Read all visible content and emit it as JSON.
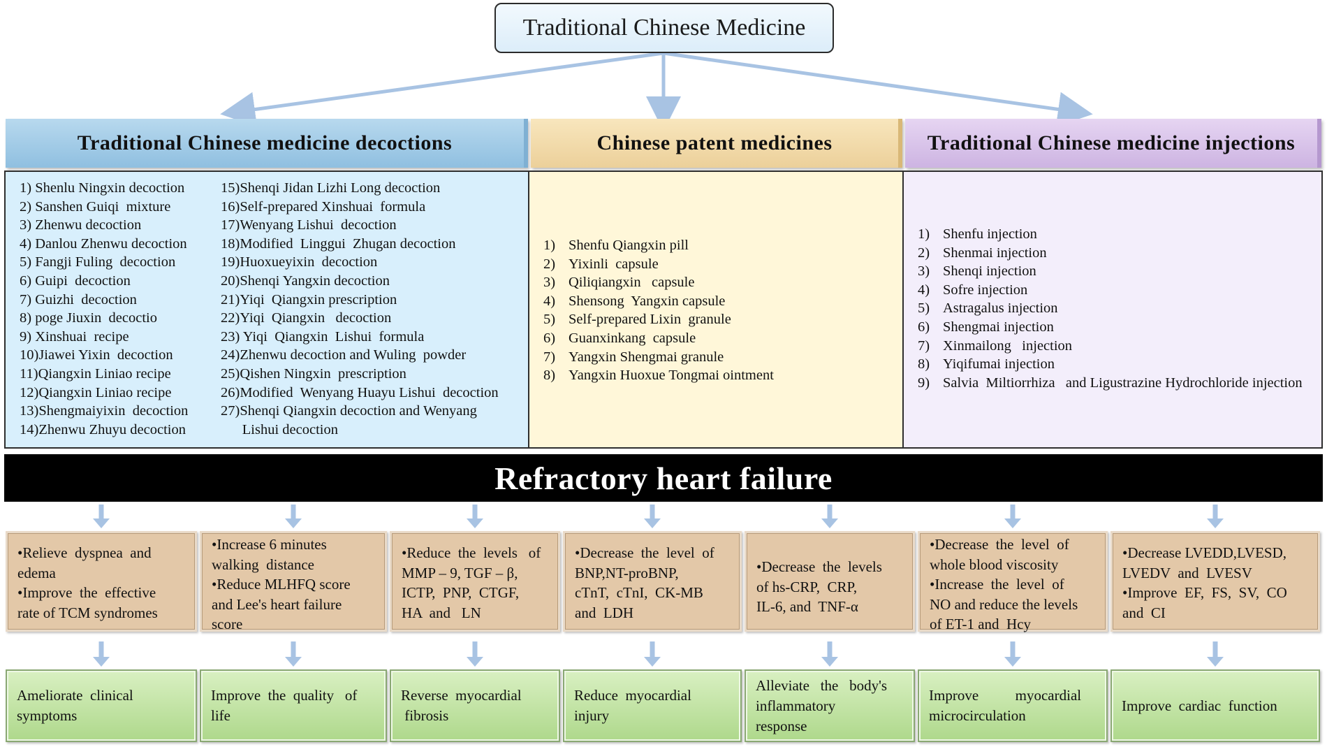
{
  "title": "Traditional Chinese Medicine",
  "categories": [
    {
      "heading": "Traditional  Chinese  medicine  decoctions",
      "column_a": [
        "1) Shenlu Ningxin decoction",
        "2) Sanshen Guiqi  mixture",
        "3) Zhenwu decoction",
        "4) Danlou Zhenwu decoction",
        "5) Fangji Fuling  decoction",
        "6) Guipi  decoction",
        "7) Guizhi  decoction",
        "8) poge Jiuxin  decoctio",
        "9) Xinshuai  recipe",
        "10)Jiawei Yixin  decoction",
        "11)Qiangxin Liniao recipe",
        "12)Qiangxin Liniao recipe",
        "13)Shengmaiyixin  decoction",
        "14)Zhenwu Zhuyu decoction"
      ],
      "column_b": [
        "15)Shenqi Jidan Lizhi Long decoction",
        "16)Self-prepared Xinshuai  formula",
        "17)Wenyang Lishui  decoction",
        "18)Modified  Linggui  Zhugan decoction",
        "19)Huoxueyixin  decoction",
        "20)Shenqi Yangxin decoction",
        "21)Yiqi  Qiangxin prescription",
        "22)Yiqi  Qiangxin   decoction",
        "23) Yiqi  Qiangxin  Lishui  formula",
        "24)Zhenwu decoction and Wuling  powder",
        "25)Qishen Ningxin  prescription",
        "26)Modified  Wenyang Huayu Lishui  decoction",
        "27)Shenqi Qiangxin decoction and Wenyang",
        "      Lishui decoction"
      ]
    },
    {
      "heading": "Chinese  patent  medicines",
      "items": [
        {
          "n": "1)",
          "t": "Shenfu Qiangxin pill"
        },
        {
          "n": "2)",
          "t": "Yixinli  capsule"
        },
        {
          "n": "3)",
          "t": "Qiliqiangxin   capsule"
        },
        {
          "n": "4)",
          "t": "Shensong  Yangxin capsule"
        },
        {
          "n": "5)",
          "t": "Self-prepared Lixin  granule"
        },
        {
          "n": "6)",
          "t": "Guanxinkang  capsule"
        },
        {
          "n": "7)",
          "t": "Yangxin Shengmai granule"
        },
        {
          "n": "8)",
          "t": "Yangxin Huoxue Tongmai ointment"
        }
      ]
    },
    {
      "heading": "Traditional  Chinese  medicine  injections",
      "items": [
        {
          "n": "1)",
          "t": "Shenfu injection"
        },
        {
          "n": "2)",
          "t": "Shenmai injection"
        },
        {
          "n": "3)",
          "t": "Shenqi injection"
        },
        {
          "n": "4)",
          "t": "Sofre injection"
        },
        {
          "n": "5)",
          "t": "Astragalus injection"
        },
        {
          "n": "6)",
          "t": "Shengmai injection"
        },
        {
          "n": "7)",
          "t": "Xinmailong   injection"
        },
        {
          "n": "8)",
          "t": "Yiqifumai injection"
        },
        {
          "n": "9)",
          "t": "Salvia  Miltiorrhiza   and Ligustrazine Hydrochloride injection"
        }
      ]
    }
  ],
  "banner": "Refractory heart failure",
  "effects": [
    [
      "•Relieve  dyspnea  and",
      "edema",
      "•Improve  the  effective",
      "rate of TCM syndromes"
    ],
    [
      "•Increase 6 minutes",
      "walking  distance",
      "•Reduce MLHFQ score",
      "and Lee's heart failure",
      "score"
    ],
    [
      "•Reduce  the  levels   of",
      "MMP – 9, TGF – β,",
      "ICTP,  PNP,  CTGF,",
      "HA  and   LN"
    ],
    [
      "•Decrease  the  level  of",
      "BNP,NT-proBNP,",
      "cTnT,  cTnI,  CK-MB",
      "and  LDH"
    ],
    [
      "•Decrease  the  levels",
      "of hs-CRP,  CRP,",
      "IL-6, and  TNF-α"
    ],
    [
      "•Decrease  the  level  of",
      "whole blood viscosity",
      "•Increase  the  level  of",
      "NO and reduce the levels",
      "of ET-1 and  Hcy"
    ],
    [
      "•Decrease LVEDD,LVESD,",
      "LVEDV  and  LVESV",
      "•Improve  EF,  FS,  SV,  CO",
      "and  CI"
    ]
  ],
  "outcomes": [
    [
      "Ameliorate  clinical",
      "symptoms"
    ],
    [
      "Improve  the  quality   of",
      "life"
    ],
    [
      "Reverse  myocardial",
      " fibrosis"
    ],
    [
      "Reduce  myocardial",
      "injury"
    ],
    [
      "Alleviate   the   body's",
      "inflammatory",
      "response"
    ],
    [
      "Improve          myocardial",
      "microcirculation"
    ],
    [
      "Improve  cardiac  function"
    ]
  ],
  "colors": {
    "arrow": "#a8c3e3",
    "banner": "#000000",
    "effect_fill": "#e3c8a8",
    "outcome_fill": "#b9df98"
  }
}
